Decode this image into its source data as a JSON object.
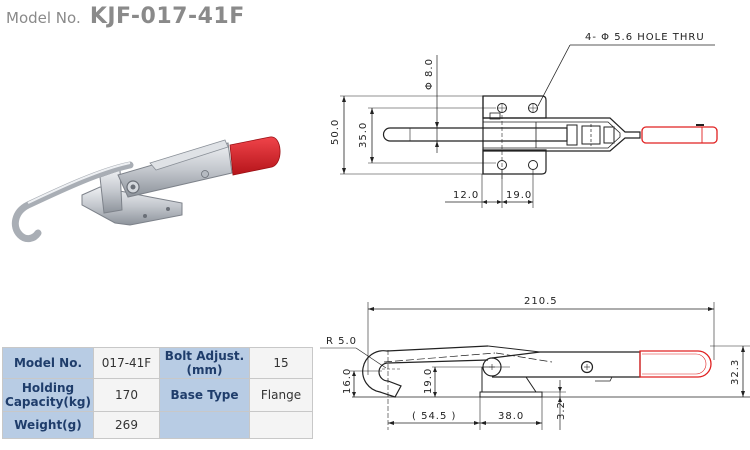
{
  "header": {
    "label": "Model No.",
    "model": "KJF-017-41F"
  },
  "photo": {
    "description": "Latch-type toggle clamp with J-hook, zinc-plated steel body and red handle grip",
    "grip_color": "#d9262c",
    "metal_color": "#c9ccd1"
  },
  "top_view": {
    "hole_note": "4- Φ 5.6 HOLE THRU",
    "dim_rod_dia": "Φ 8.0",
    "dim_overall_width": "50.0",
    "dim_hole_spacing_y": "35.0",
    "dim_offset_x": "12.0",
    "dim_hole_spacing_x": "19.0",
    "handle_color": "#e02020"
  },
  "side_view": {
    "dim_overall_length": "210.5",
    "dim_hook_radius": "R 5.0",
    "dim_hook_height": "16.0",
    "dim_pivot_height": "19.0",
    "dim_hook_reach": "( 54.5 )",
    "dim_base_length": "38.0",
    "dim_base_thickness": "3.2",
    "dim_overall_height": "32.3",
    "handle_color": "#e02020"
  },
  "specs": {
    "rows": [
      [
        {
          "label": "Model No."
        },
        {
          "value": "017-41F"
        },
        {
          "label": "Bolt Adjust.(mm)"
        },
        {
          "value": "15"
        }
      ],
      [
        {
          "label": "Holding Capacity(kg)"
        },
        {
          "value": "170"
        },
        {
          "label": "Base Type"
        },
        {
          "value": "Flange"
        }
      ],
      [
        {
          "label": "Weight(g)"
        },
        {
          "value": "269"
        },
        {
          "label": ""
        },
        {
          "value": ""
        }
      ]
    ],
    "header_color": "#b8cce4",
    "value_color": "#f4f4f4"
  }
}
